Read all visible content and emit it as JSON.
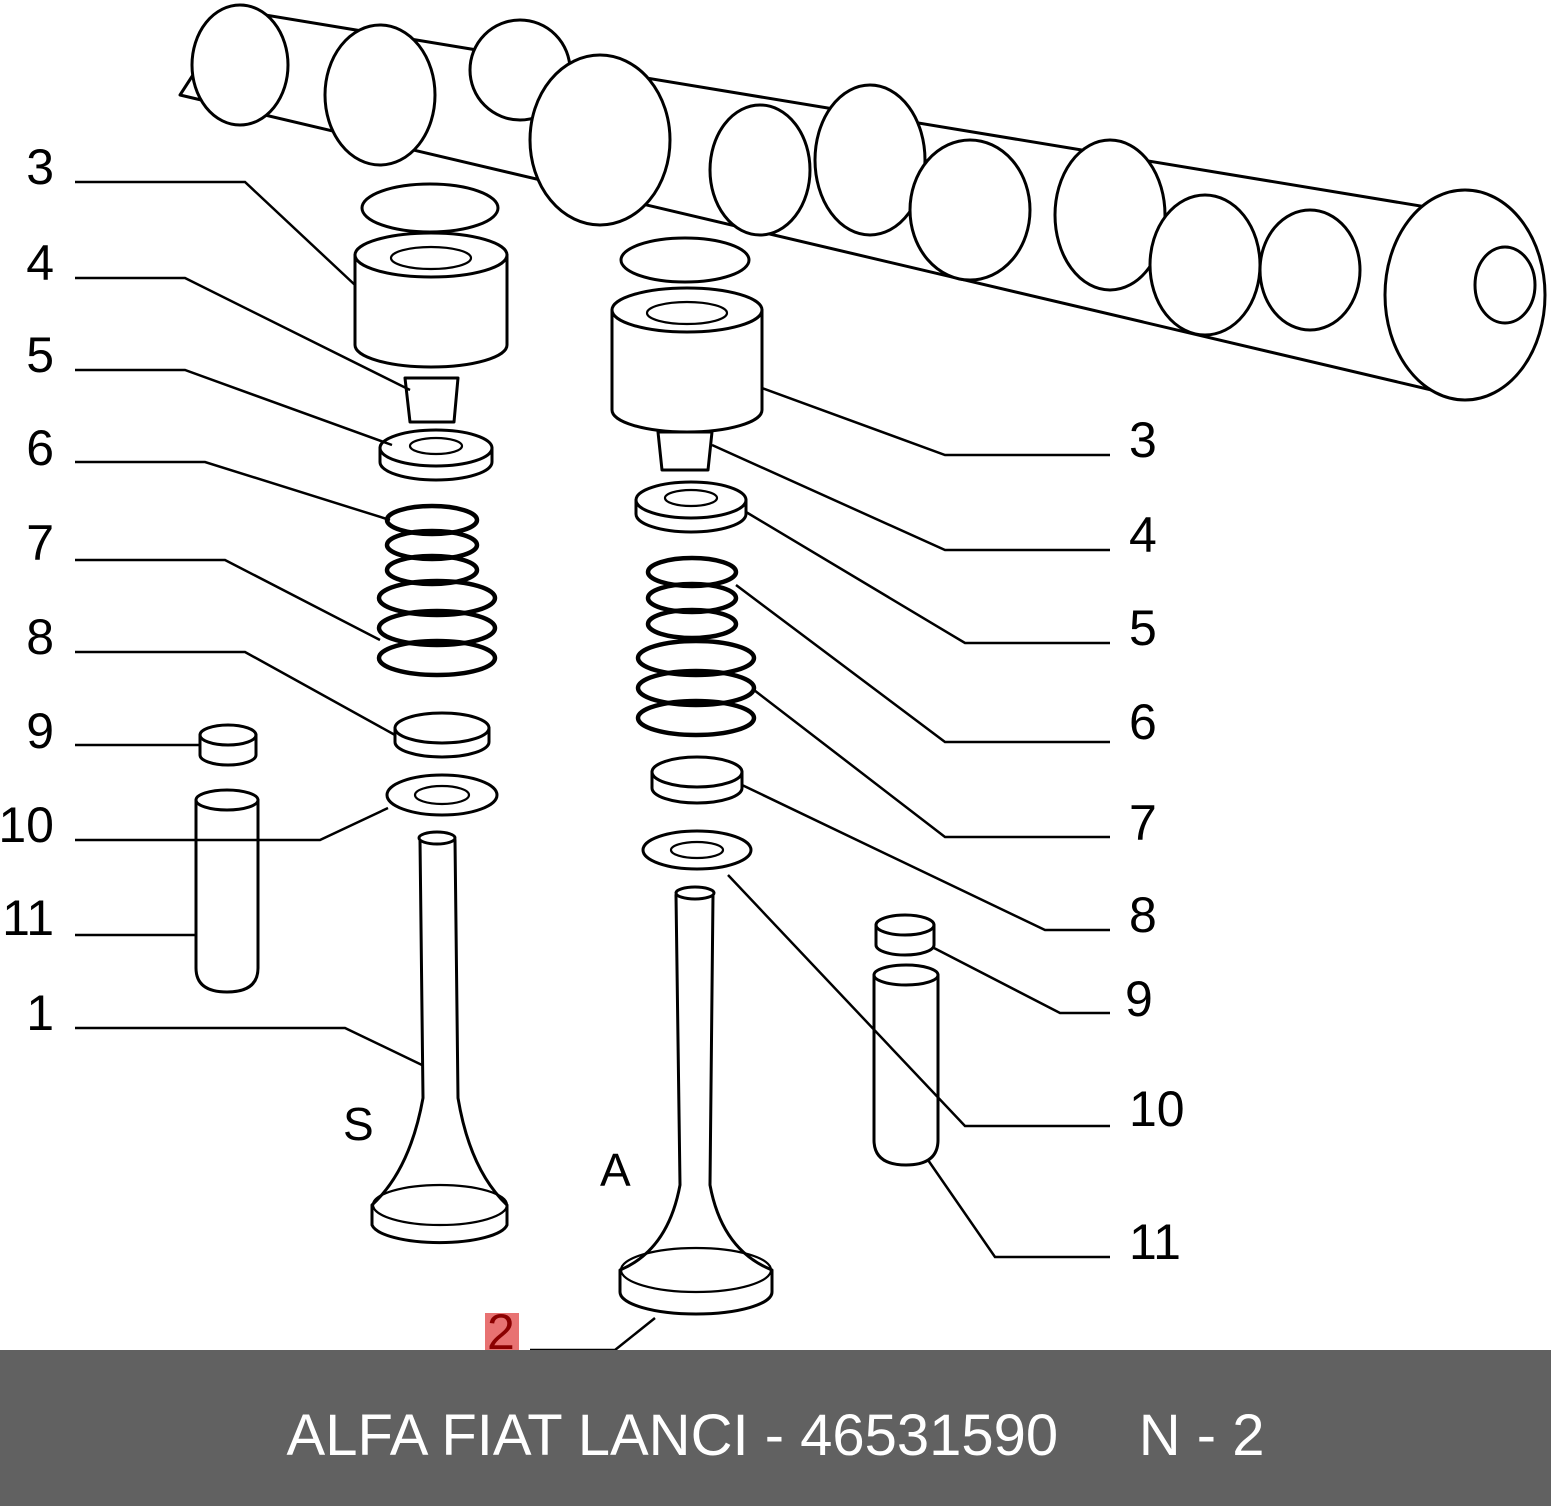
{
  "diagram": {
    "view_labels": {
      "exhaust": "S",
      "intake": "A"
    },
    "left_callouts": [
      "3",
      "4",
      "5",
      "6",
      "7",
      "8",
      "9",
      "10",
      "11",
      "1"
    ],
    "right_callouts": [
      "3",
      "4",
      "5",
      "6",
      "7",
      "8",
      "9",
      "10",
      "11"
    ],
    "highlighted_callout": "2",
    "highlight_color": "#e87272"
  },
  "footer": {
    "brand": "ALFA FIAT LANCI",
    "separator": " - ",
    "part_number": "46531590",
    "position_label": "N - 2",
    "background": "#616161"
  }
}
